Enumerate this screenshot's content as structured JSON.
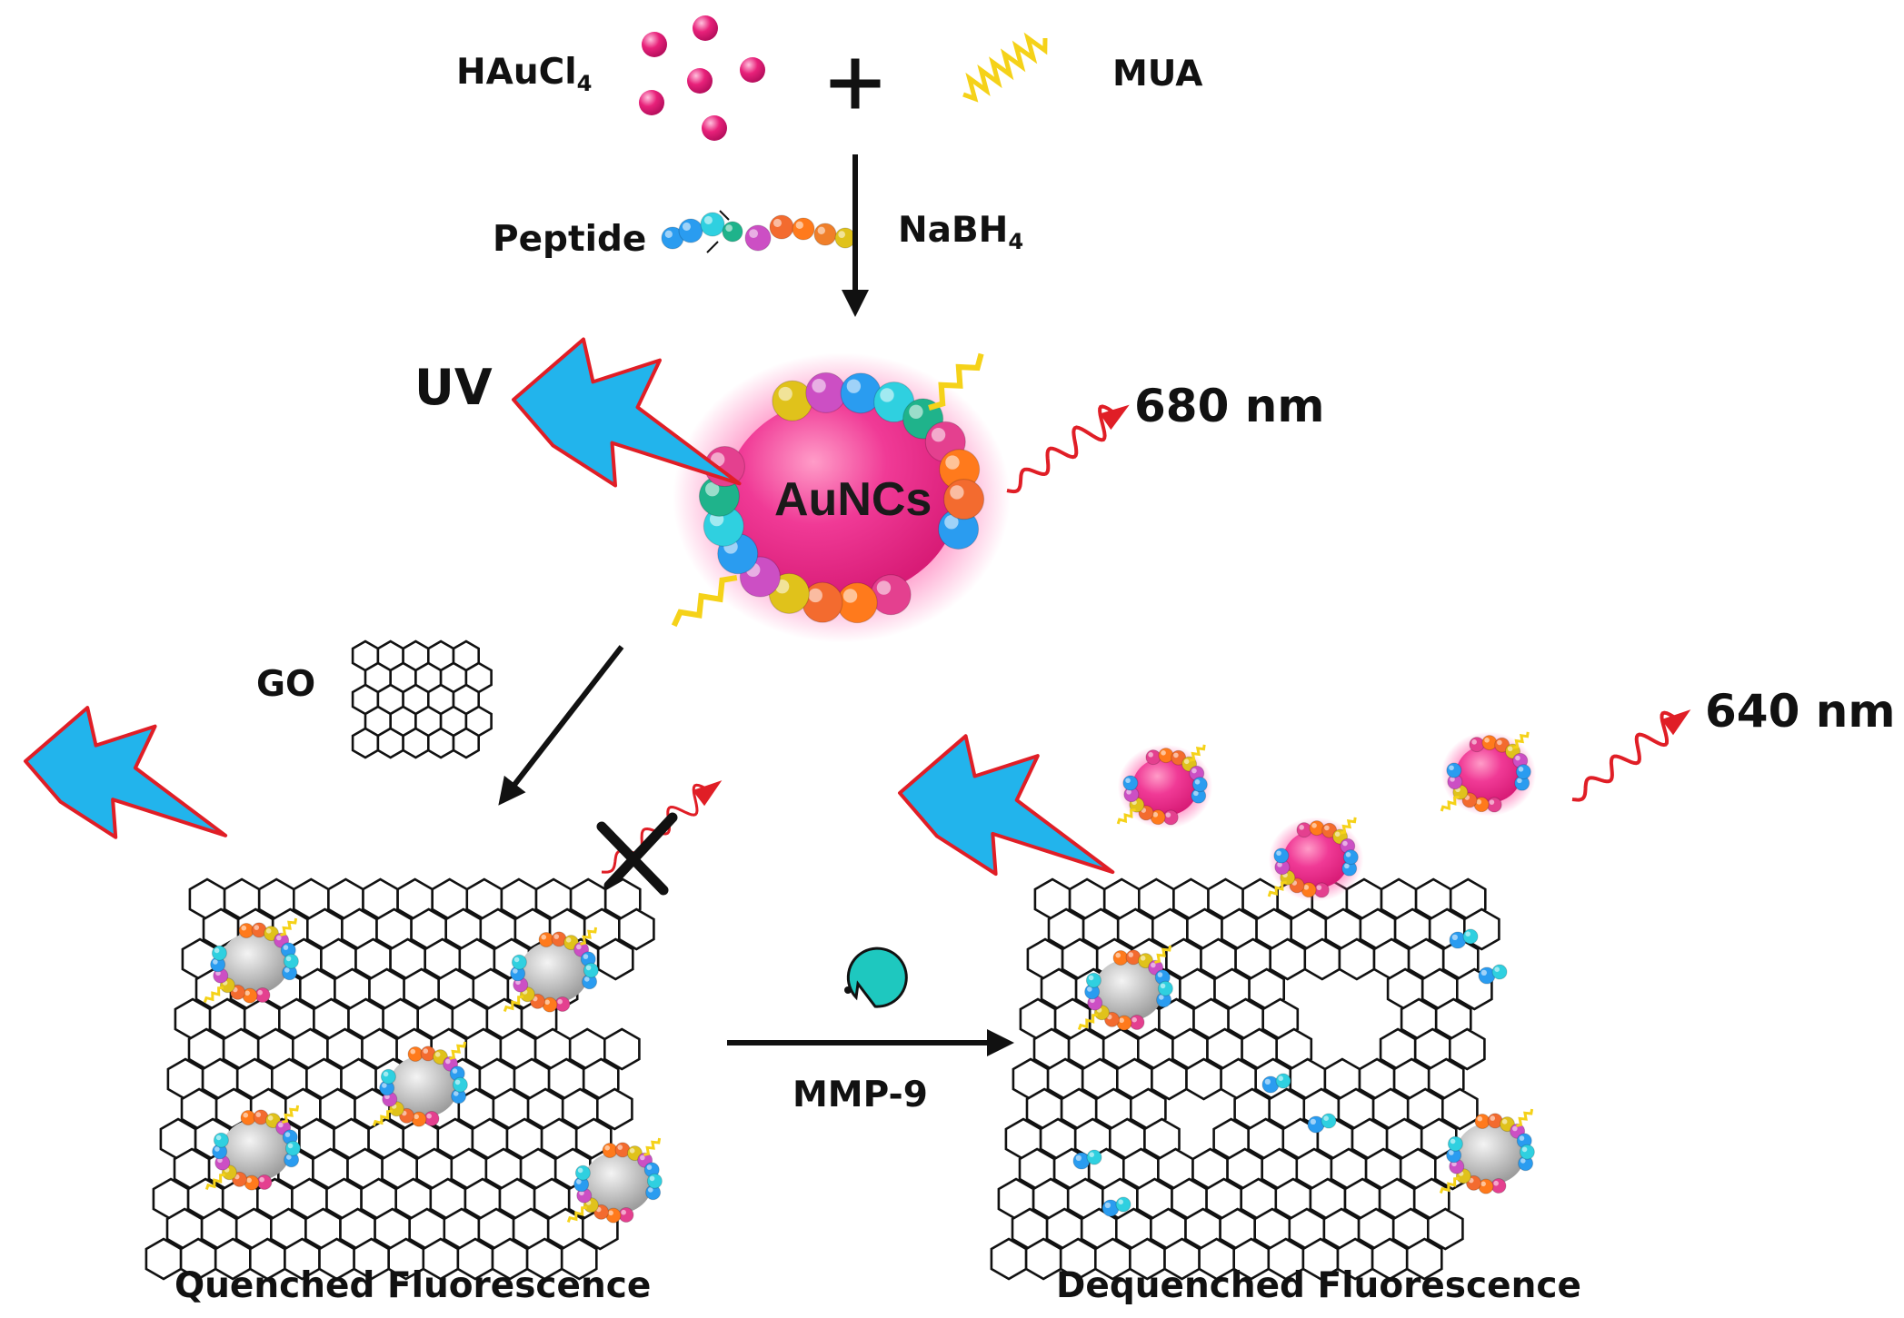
{
  "labels": {
    "hauc_main": "HAuCl",
    "hauc_sub": "4",
    "mua": "MUA",
    "peptide": "Peptide",
    "nabh_main": "NaBH",
    "nabh_sub": "4",
    "uv": "UV",
    "core": "AuNCs",
    "em680": "680 nm",
    "go": "GO",
    "em640": "640 nm",
    "enzyme": "MMP-9",
    "quenched": "Quenched Fluorescence",
    "dequenched": "Dequenched Fluorescence"
  },
  "colors": {
    "gold_salt": "#e8217a",
    "nanocluster_core": "#f03a96",
    "uv_bolt_fill": "#22b4ec",
    "uv_bolt_edge": "#e01e26",
    "emission": "#e01e26",
    "mua_chain": "#f5d219",
    "graphene_oxide": "#111111",
    "quenched_core": "#bdbdbd",
    "enzyme": "#1ec8bf"
  }
}
